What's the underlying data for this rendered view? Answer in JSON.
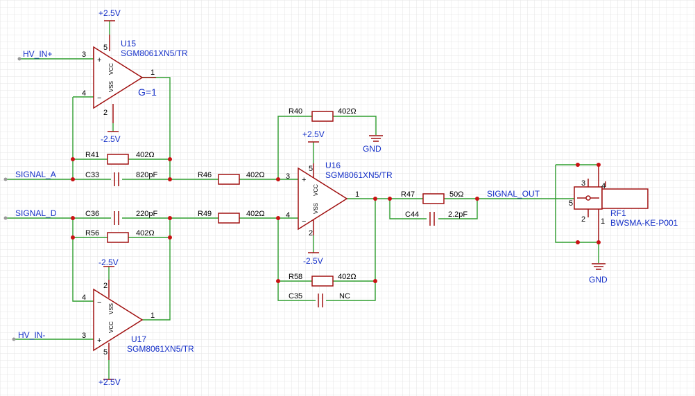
{
  "nets": {
    "hv_in_p": "HV_IN+",
    "hv_in_n": "HV_IN-",
    "signal_a": "SIGNAL_A",
    "signal_d": "SIGNAL_D",
    "signal_out": "SIGNAL_OUT",
    "gnd": "GND",
    "vpos": "+2.5V",
    "vneg": "-2.5V",
    "gain_note": "G=1"
  },
  "opamps": {
    "u15": {
      "ref": "U15",
      "part": "SGM8061XN5/TR",
      "pin_in_p": "3",
      "pin_in_n": "4",
      "pin_out": "1",
      "pin_vcc": "5",
      "pin_vss": "2",
      "lbl_vcc": "VCC",
      "lbl_vss": "VSS"
    },
    "u16": {
      "ref": "U16",
      "part": "SGM8061XN5/TR",
      "pin_in_p": "3",
      "pin_in_n": "4",
      "pin_out": "1",
      "pin_vcc": "5",
      "pin_vss": "2",
      "lbl_vcc": "VCC",
      "lbl_vss": "VSS"
    },
    "u17": {
      "ref": "U17",
      "part": "SGM8061XN5/TR",
      "pin_in_p": "3",
      "pin_in_n": "4",
      "pin_out": "1",
      "pin_vcc": "5",
      "pin_vss": "2",
      "lbl_vcc": "VCC",
      "lbl_vss": "VSS"
    }
  },
  "resistors": {
    "r40": {
      "ref": "R40",
      "value": "402Ω"
    },
    "r41": {
      "ref": "R41",
      "value": "402Ω"
    },
    "r46": {
      "ref": "R46",
      "value": "402Ω"
    },
    "r47": {
      "ref": "R47",
      "value": "50Ω"
    },
    "r49": {
      "ref": "R49",
      "value": "402Ω"
    },
    "r56": {
      "ref": "R56",
      "value": "402Ω"
    },
    "r58": {
      "ref": "R58",
      "value": "402Ω"
    }
  },
  "capacitors": {
    "c33": {
      "ref": "C33",
      "value": "820pF"
    },
    "c35": {
      "ref": "C35",
      "value": "NC"
    },
    "c36": {
      "ref": "C36",
      "value": "220pF"
    },
    "c44": {
      "ref": "C44",
      "value": "2.2pF"
    }
  },
  "connector": {
    "ref": "RF1",
    "part": "BWSMA-KE-P001",
    "pin1": "1",
    "pin2": "2",
    "pin3": "3",
    "pin4": "4",
    "pin5": "5"
  },
  "colors": {
    "wire": "#2f9e2f",
    "part": "#a01010",
    "label": "#1530c8",
    "junction": "#c81414",
    "grid": "#e4e4e4"
  }
}
